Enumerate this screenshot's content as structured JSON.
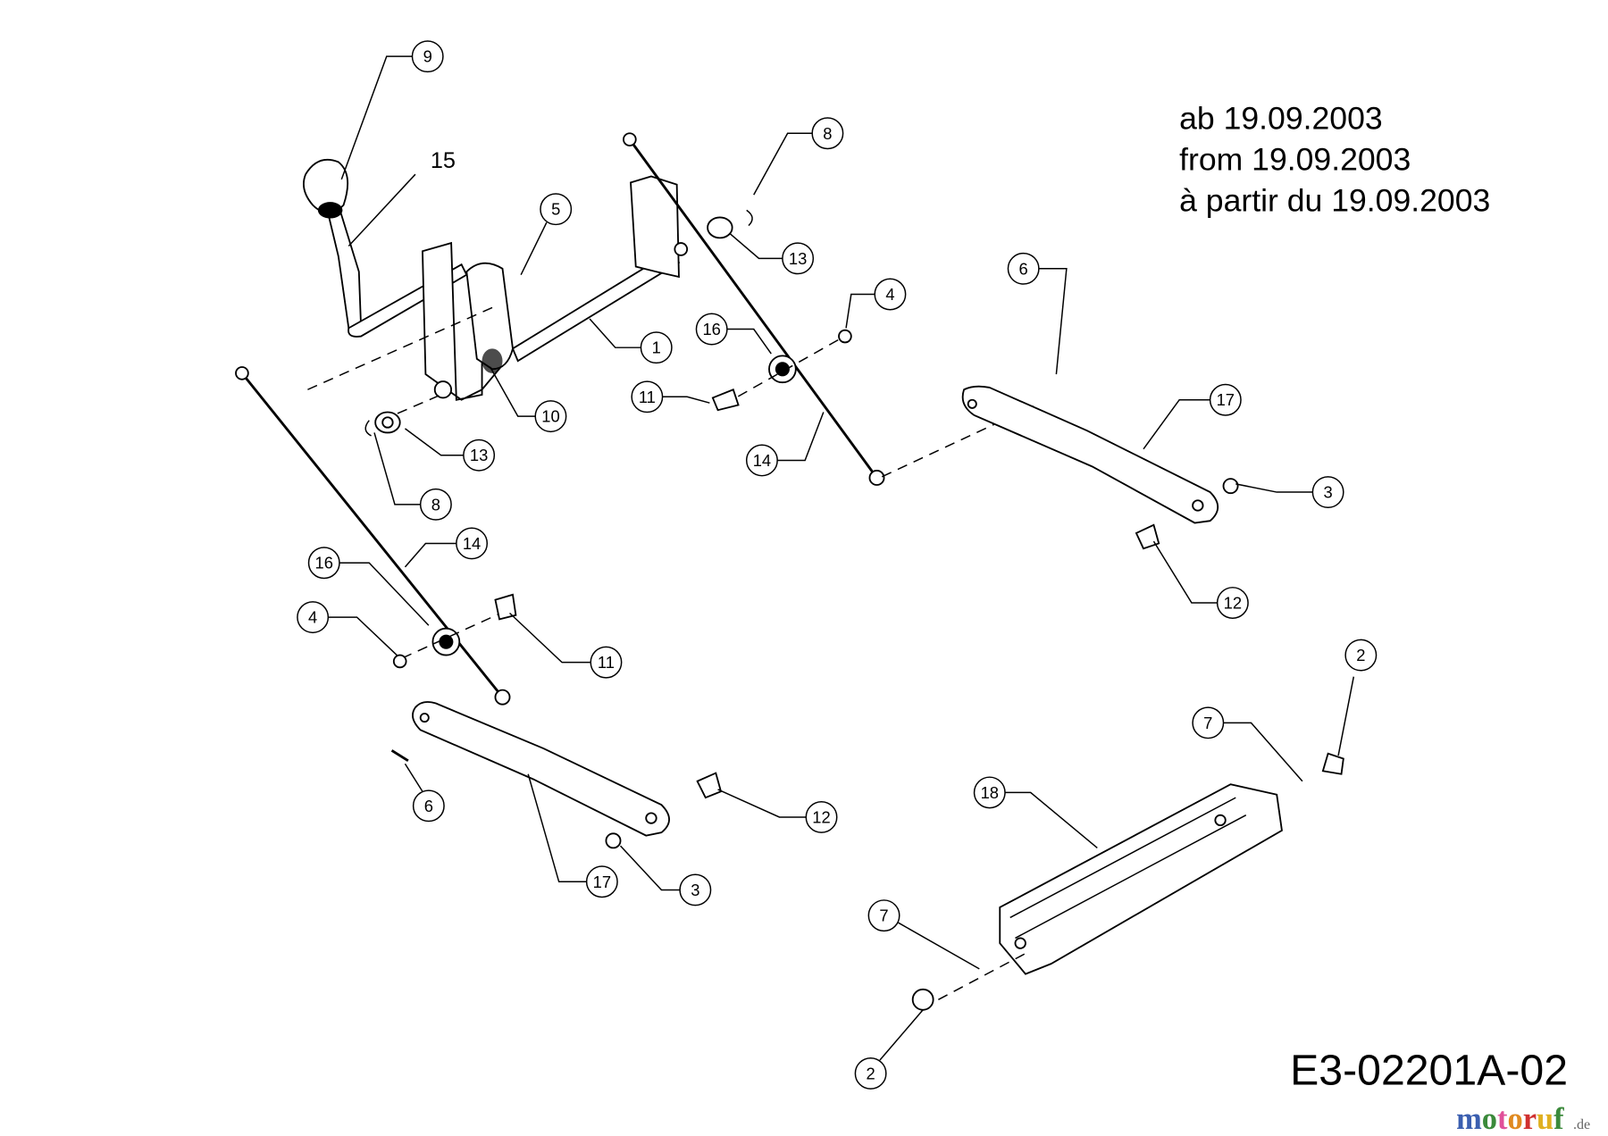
{
  "notes": [
    "ab 19.09.2003",
    "from 19.09.2003",
    "à partir du 19.09.2003"
  ],
  "drawing_code": "E3-02201A-02",
  "watermark": {
    "text": "motoruf",
    "suffix": ".de",
    "colors": [
      "#3b5fb0",
      "#3b8a3b",
      "#e0509a",
      "#e08a20",
      "#d03030",
      "#e0b020",
      "#3b8a3b"
    ]
  },
  "callouts": [
    "1",
    "2",
    "2",
    "3",
    "3",
    "4",
    "4",
    "5",
    "6",
    "6",
    "7",
    "7",
    "8",
    "8",
    "9",
    "10",
    "11",
    "11",
    "12",
    "12",
    "13",
    "13",
    "14",
    "14",
    "15",
    "16",
    "16",
    "17",
    "17",
    "18"
  ]
}
